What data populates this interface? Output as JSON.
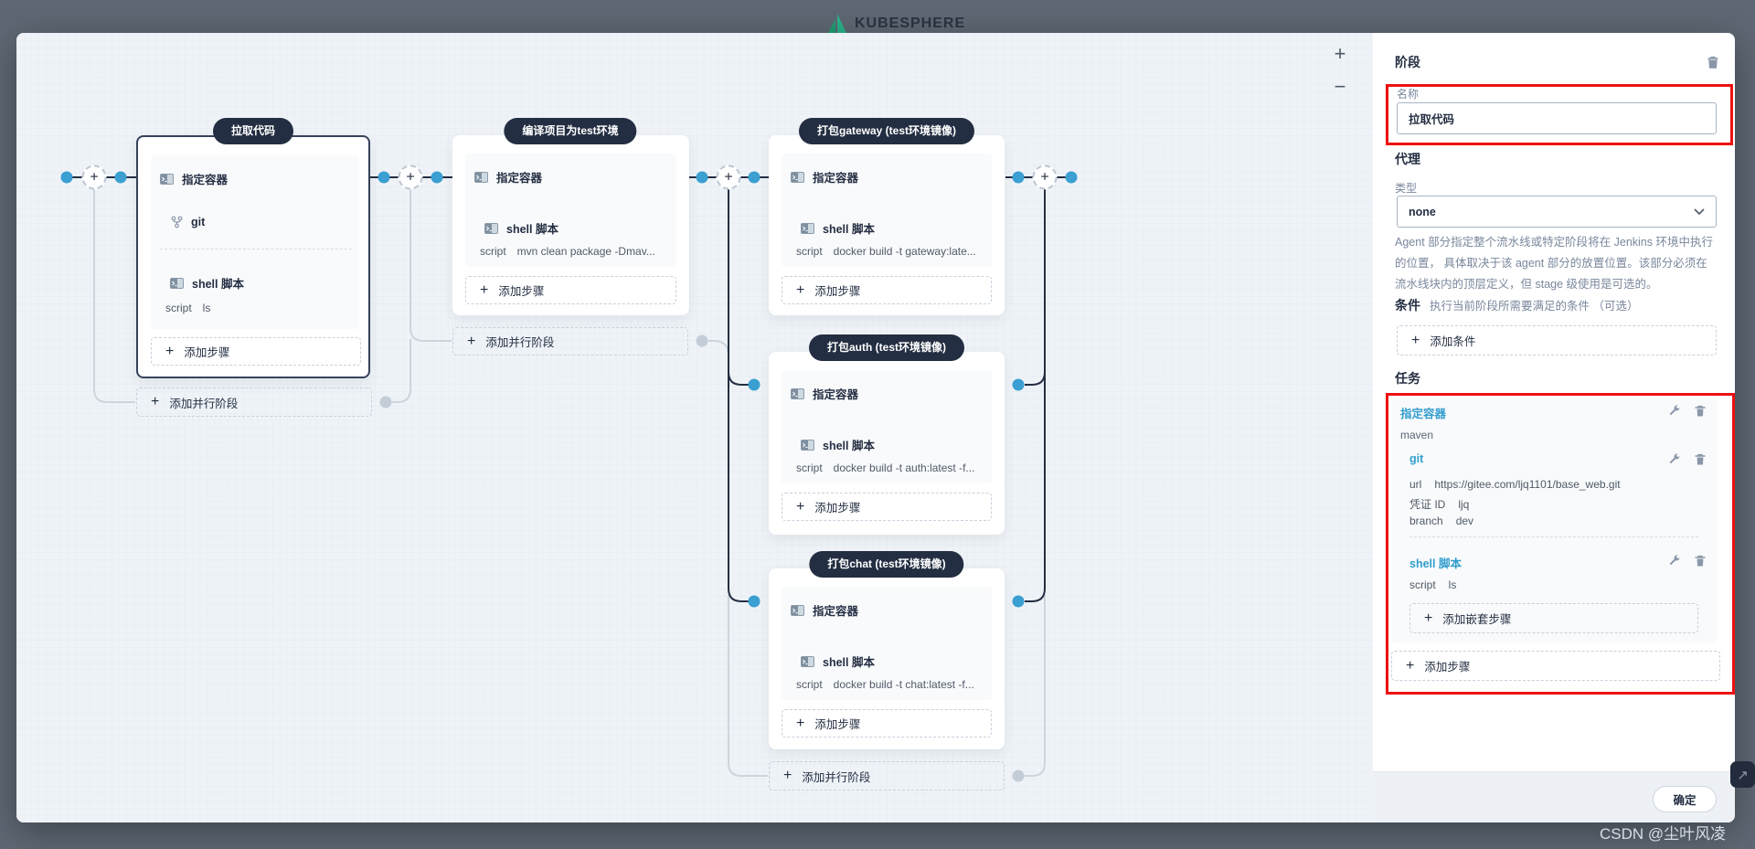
{
  "ui": {
    "plus": "+",
    "minus": "−",
    "float_arrow": "↗"
  },
  "brand": {
    "logo_text": "KUBESPHERE"
  },
  "watermark": "CSDN @尘叶风凌",
  "colors": {
    "accent_blue": "#329dce",
    "dark_navy": "#242e42",
    "annotation_red": "#ee1111"
  },
  "canvas": {
    "add_step_label": "添加步骤",
    "add_parallel_label": "添加并行阶段",
    "stages": [
      {
        "title": "拉取代码",
        "container_step": "指定容器",
        "git_step": "git",
        "shell_step": "shell 脚本",
        "script_key": "script",
        "script_value": "ls"
      },
      {
        "title": "编译项目为test环境",
        "container_step": "指定容器",
        "shell_step": "shell 脚本",
        "script_key": "script",
        "script_value": "mvn clean package -Dmav..."
      },
      {
        "title": "打包gateway (test环境镜像)",
        "container_step": "指定容器",
        "shell_step": "shell 脚本",
        "script_key": "script",
        "script_value": "docker build -t gateway:late..."
      },
      {
        "title": "打包auth (test环境镜像)",
        "container_step": "指定容器",
        "shell_step": "shell 脚本",
        "script_key": "script",
        "script_value": "docker build -t auth:latest -f..."
      },
      {
        "title": "打包chat (test环境镜像)",
        "container_step": "指定容器",
        "shell_step": "shell 脚本",
        "script_key": "script",
        "script_value": "docker build -t chat:latest -f..."
      }
    ]
  },
  "panel": {
    "title": "阶段",
    "name_label": "名称",
    "name_value": "拉取代码",
    "agent_title": "代理",
    "type_label": "类型",
    "type_value": "none",
    "agent_help": "Agent 部分指定整个流水线或特定阶段将在 Jenkins 环境中执行的位置， 具体取决于该 agent 部分的放置位置。该部分必须在流水线块内的顶层定义，但 stage 级使用是可选的。",
    "condition_title": "条件",
    "condition_hint": "执行当前阶段所需要满足的条件 （可选）",
    "add_condition_label": "添加条件",
    "tasks_title": "任务",
    "task_container_label": "指定容器",
    "task_container_value": "maven",
    "git_label": "git",
    "git_url_key": "url",
    "git_url_value": "https://gitee.com/ljq1101/base_web.git",
    "git_cred_key": "凭证 ID",
    "git_cred_value": "ljq",
    "git_branch_key": "branch",
    "git_branch_value": "dev",
    "shell_label": "shell 脚本",
    "shell_script_key": "script",
    "shell_script_value": "ls",
    "add_nested_label": "添加嵌套步骤",
    "add_step_label": "添加步骤",
    "ok_label": "确定"
  }
}
